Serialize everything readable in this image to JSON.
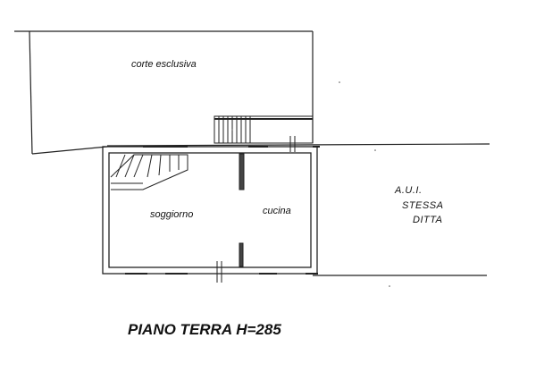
{
  "plan": {
    "labels": {
      "courtyard": "corte esclusiva",
      "living_room": "soggiorno",
      "kitchen": "cucina",
      "aui_line1": "A.U.I.",
      "aui_line2": "STESSA",
      "aui_line3": "DITTA"
    },
    "title": "PIANO TERRA H=285"
  }
}
